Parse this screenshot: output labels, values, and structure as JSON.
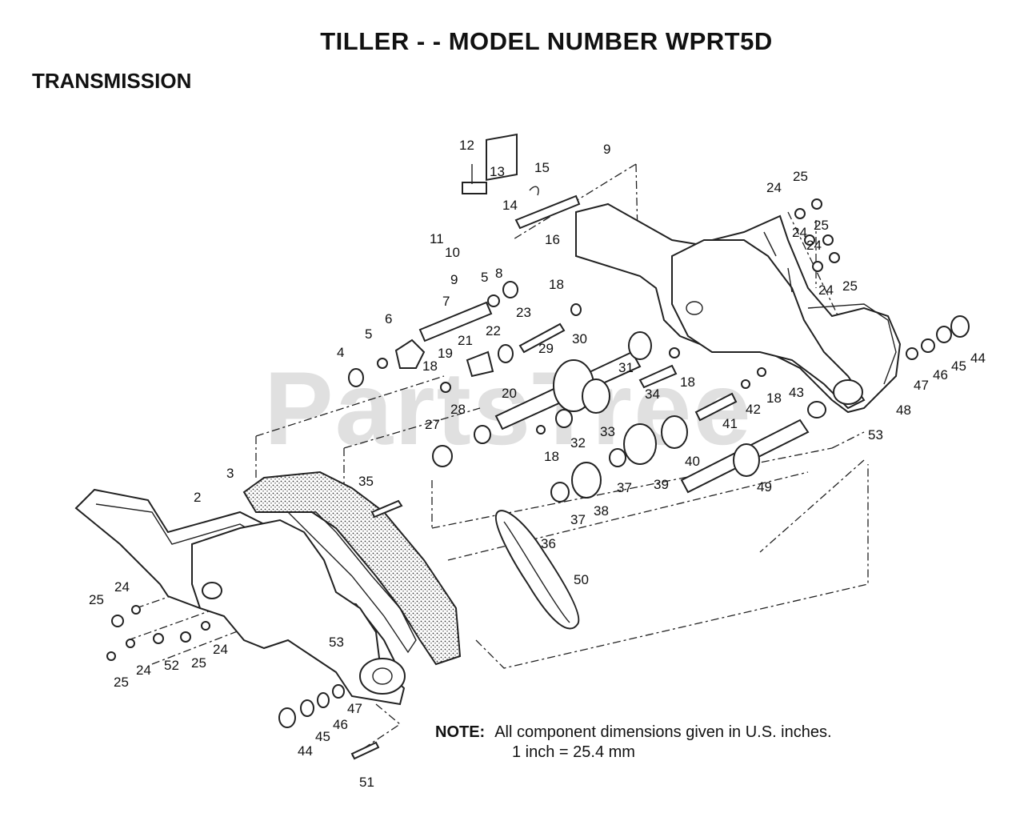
{
  "header": {
    "title": "TILLER - - MODEL NUMBER WPRT5D",
    "section": "TRANSMISSION"
  },
  "watermark": "PartsTree",
  "note": {
    "label": "NOTE:",
    "line1": "All component dimensions given in U.S. inches.",
    "line2": "1 inch = 25.4 mm"
  },
  "callouts": [
    {
      "id": "c12",
      "text": "12"
    },
    {
      "id": "c13",
      "text": "13"
    },
    {
      "id": "c15",
      "text": "15"
    },
    {
      "id": "c9a",
      "text": "9"
    },
    {
      "id": "c14",
      "text": "14"
    },
    {
      "id": "c11",
      "text": "11"
    },
    {
      "id": "c10",
      "text": "10"
    },
    {
      "id": "c16",
      "text": "16"
    },
    {
      "id": "c9b",
      "text": "9"
    },
    {
      "id": "c8",
      "text": "8"
    },
    {
      "id": "c5a",
      "text": "5"
    },
    {
      "id": "c7",
      "text": "7"
    },
    {
      "id": "c18a",
      "text": "18"
    },
    {
      "id": "c23",
      "text": "23"
    },
    {
      "id": "c6",
      "text": "6"
    },
    {
      "id": "c5b",
      "text": "5"
    },
    {
      "id": "c4",
      "text": "4"
    },
    {
      "id": "c22",
      "text": "22"
    },
    {
      "id": "c21",
      "text": "21"
    },
    {
      "id": "c19",
      "text": "19"
    },
    {
      "id": "c18b",
      "text": "18"
    },
    {
      "id": "c20",
      "text": "20"
    },
    {
      "id": "c29",
      "text": "29"
    },
    {
      "id": "c30",
      "text": "30"
    },
    {
      "id": "c31",
      "text": "31"
    },
    {
      "id": "c18c",
      "text": "18"
    },
    {
      "id": "c34",
      "text": "34"
    },
    {
      "id": "c18d",
      "text": "18"
    },
    {
      "id": "c42",
      "text": "42"
    },
    {
      "id": "c43",
      "text": "43"
    },
    {
      "id": "c41",
      "text": "41"
    },
    {
      "id": "c27",
      "text": "27"
    },
    {
      "id": "c28",
      "text": "28"
    },
    {
      "id": "c32",
      "text": "32"
    },
    {
      "id": "c33",
      "text": "33"
    },
    {
      "id": "c18e",
      "text": "18"
    },
    {
      "id": "c40",
      "text": "40"
    },
    {
      "id": "c39",
      "text": "39"
    },
    {
      "id": "c37a",
      "text": "37"
    },
    {
      "id": "c49",
      "text": "49"
    },
    {
      "id": "c3",
      "text": "3"
    },
    {
      "id": "c2",
      "text": "2"
    },
    {
      "id": "c35",
      "text": "35"
    },
    {
      "id": "c38",
      "text": "38"
    },
    {
      "id": "c37b",
      "text": "37"
    },
    {
      "id": "c36",
      "text": "36"
    },
    {
      "id": "c50",
      "text": "50"
    },
    {
      "id": "c25a",
      "text": "25"
    },
    {
      "id": "c24a",
      "text": "24"
    },
    {
      "id": "c24b",
      "text": "24"
    },
    {
      "id": "c25b",
      "text": "25"
    },
    {
      "id": "c24c",
      "text": "24"
    },
    {
      "id": "c24d",
      "text": "24"
    },
    {
      "id": "c25c",
      "text": "25"
    },
    {
      "id": "c48",
      "text": "48"
    },
    {
      "id": "c53a",
      "text": "53"
    },
    {
      "id": "c47a",
      "text": "47"
    },
    {
      "id": "c46a",
      "text": "46"
    },
    {
      "id": "c45a",
      "text": "45"
    },
    {
      "id": "c44a",
      "text": "44"
    },
    {
      "id": "c25d",
      "text": "25"
    },
    {
      "id": "c24e",
      "text": "24"
    },
    {
      "id": "c24f",
      "text": "24"
    },
    {
      "id": "c52",
      "text": "52"
    },
    {
      "id": "c25e",
      "text": "25"
    },
    {
      "id": "c24g",
      "text": "24"
    },
    {
      "id": "c25f",
      "text": "25"
    },
    {
      "id": "c53b",
      "text": "53"
    },
    {
      "id": "c47b",
      "text": "47"
    },
    {
      "id": "c46b",
      "text": "46"
    },
    {
      "id": "c45b",
      "text": "45"
    },
    {
      "id": "c44b",
      "text": "44"
    },
    {
      "id": "c51",
      "text": "51"
    }
  ]
}
